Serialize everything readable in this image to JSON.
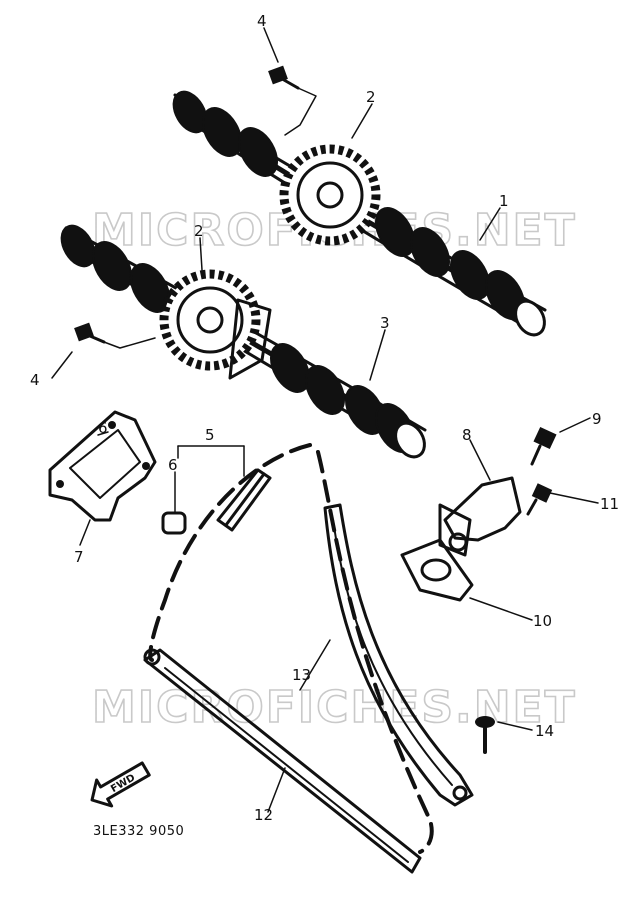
{
  "diagram": {
    "part_code": "3LE332 9050",
    "watermark": "MICROFICHES.NET",
    "fwd_label": "FWD",
    "callouts": [
      {
        "id": "c1",
        "label": "1"
      },
      {
        "id": "c2a",
        "label": "2"
      },
      {
        "id": "c2b",
        "label": "2"
      },
      {
        "id": "c3",
        "label": "3"
      },
      {
        "id": "c4a",
        "label": "4"
      },
      {
        "id": "c4b",
        "label": "4"
      },
      {
        "id": "c5",
        "label": "5"
      },
      {
        "id": "c6a",
        "label": "6"
      },
      {
        "id": "c6b",
        "label": "6"
      },
      {
        "id": "c7",
        "label": "7"
      },
      {
        "id": "c8",
        "label": "8"
      },
      {
        "id": "c9",
        "label": "9"
      },
      {
        "id": "c10",
        "label": "10"
      },
      {
        "id": "c11",
        "label": "11"
      },
      {
        "id": "c12",
        "label": "12"
      },
      {
        "id": "c13",
        "label": "13"
      },
      {
        "id": "c14",
        "label": "14"
      }
    ]
  }
}
